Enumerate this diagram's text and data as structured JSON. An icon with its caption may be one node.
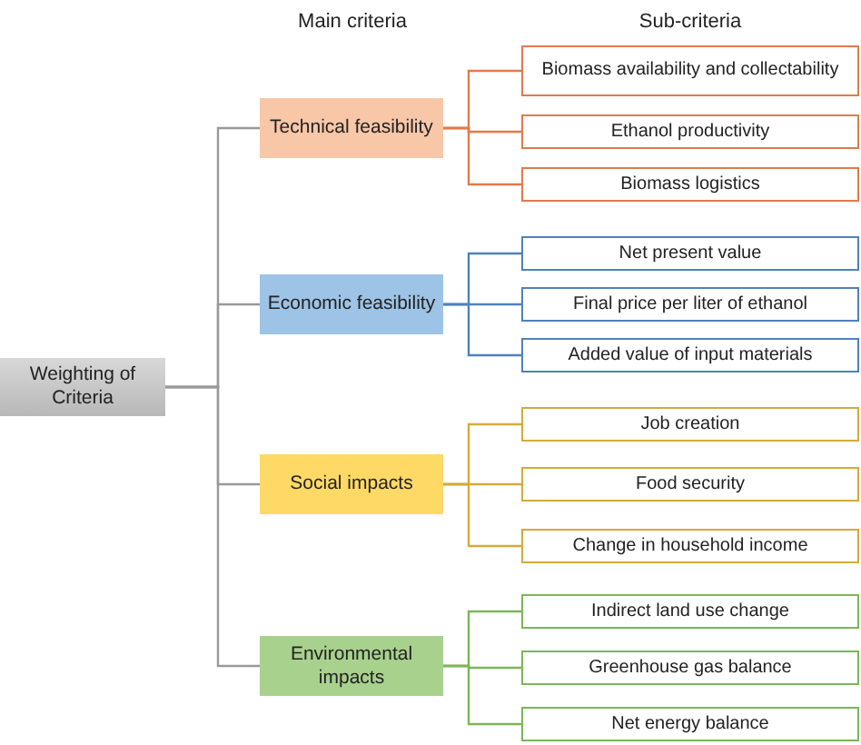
{
  "diagram": {
    "nodes": [
      {
        "text": [
          "Weighting of Criteria"
        ]
      },
      {
        "text": [
          "Technical feasibility"
        ]
      },
      {
        "text": [
          "Economic feasibility"
        ]
      },
      {
        "text": [
          "Social impacts"
        ]
      },
      {
        "text": [
          "Environmental impacts"
        ]
      },
      {
        "text": [
          "Biomass availability and collectability"
        ]
      },
      {
        "text": [
          "Ethanol productivity"
        ]
      },
      {
        "text": [
          "Biomass logistics"
        ]
      },
      {
        "text": [
          "Net present value"
        ]
      },
      {
        "text": [
          "Final price per liter of ethanol"
        ]
      },
      {
        "text": [
          "Added value of input materials"
        ]
      },
      {
        "text": [
          "Job creation"
        ]
      },
      {
        "text": [
          "Food security"
        ]
      },
      {
        "text": [
          "Change in household income"
        ]
      },
      {
        "text": [
          "Indirect land use change"
        ]
      },
      {
        "text": [
          "Greenhouse gas balance"
        ]
      },
      {
        "text": [
          "Net energy balance"
        ]
      }
    ],
    "edges": [
      {
        "from": 0,
        "to": 1,
        "arrow": "none",
        "color": "#999999"
      },
      {
        "from": 0,
        "to": 2,
        "arrow": "none",
        "color": "#999999"
      },
      {
        "from": 0,
        "to": 3,
        "arrow": "none",
        "color": "#999999"
      },
      {
        "from": 0,
        "to": 4,
        "arrow": "none",
        "color": "#999999"
      },
      {
        "from": 1,
        "to": 5,
        "arrow": "none",
        "color": "#e07b4a"
      },
      {
        "from": 1,
        "to": 6,
        "arrow": "none",
        "color": "#e07b4a"
      },
      {
        "from": 1,
        "to": 7,
        "arrow": "none",
        "color": "#e07b4a"
      },
      {
        "from": 2,
        "to": 8,
        "arrow": "none",
        "color": "#4f81bd"
      },
      {
        "from": 2,
        "to": 9,
        "arrow": "none",
        "color": "#4f81bd"
      },
      {
        "from": 2,
        "to": 10,
        "arrow": "none",
        "color": "#4f81bd"
      },
      {
        "from": 3,
        "to": 11,
        "arrow": "none",
        "color": "#d4aa3a"
      },
      {
        "from": 3,
        "to": 12,
        "arrow": "none",
        "color": "#d4aa3a"
      },
      {
        "from": 3,
        "to": 13,
        "arrow": "none",
        "color": "#d4aa3a"
      },
      {
        "from": 4,
        "to": 14,
        "arrow": "none",
        "color": "#7cb55a"
      },
      {
        "from": 4,
        "to": 15,
        "arrow": "none",
        "color": "#7cb55a"
      },
      {
        "from": 4,
        "to": 16,
        "arrow": "none",
        "color": "#7cb55a"
      }
    ],
    "labels": [
      "Main criteria",
      "Sub-criteria"
    ]
  }
}
